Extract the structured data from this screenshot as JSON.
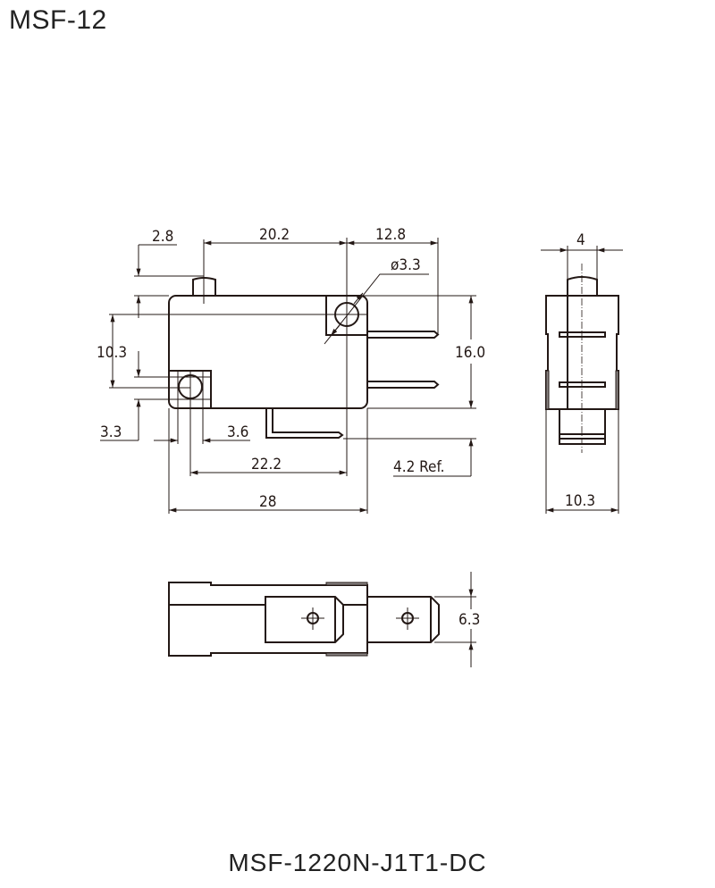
{
  "title": "MSF-12",
  "model": "MSF-1220N-J1T1-DC",
  "dimensions": {
    "plunger_offset": "2.8",
    "plunger_to_hole": "20.2",
    "hole_to_terminal": "12.8",
    "hole_diameter": "ø3.3",
    "hole_spacing_v": "10.3",
    "height": "16.0",
    "edge_to_hole_v": "3.3",
    "edge_to_hole_h": "3.6",
    "hole_spacing_h": "22.2",
    "terminal_ref": "4.2 Ref.",
    "length": "28",
    "plunger_width": "4",
    "width": "10.3",
    "terminal_width": "6.3"
  }
}
